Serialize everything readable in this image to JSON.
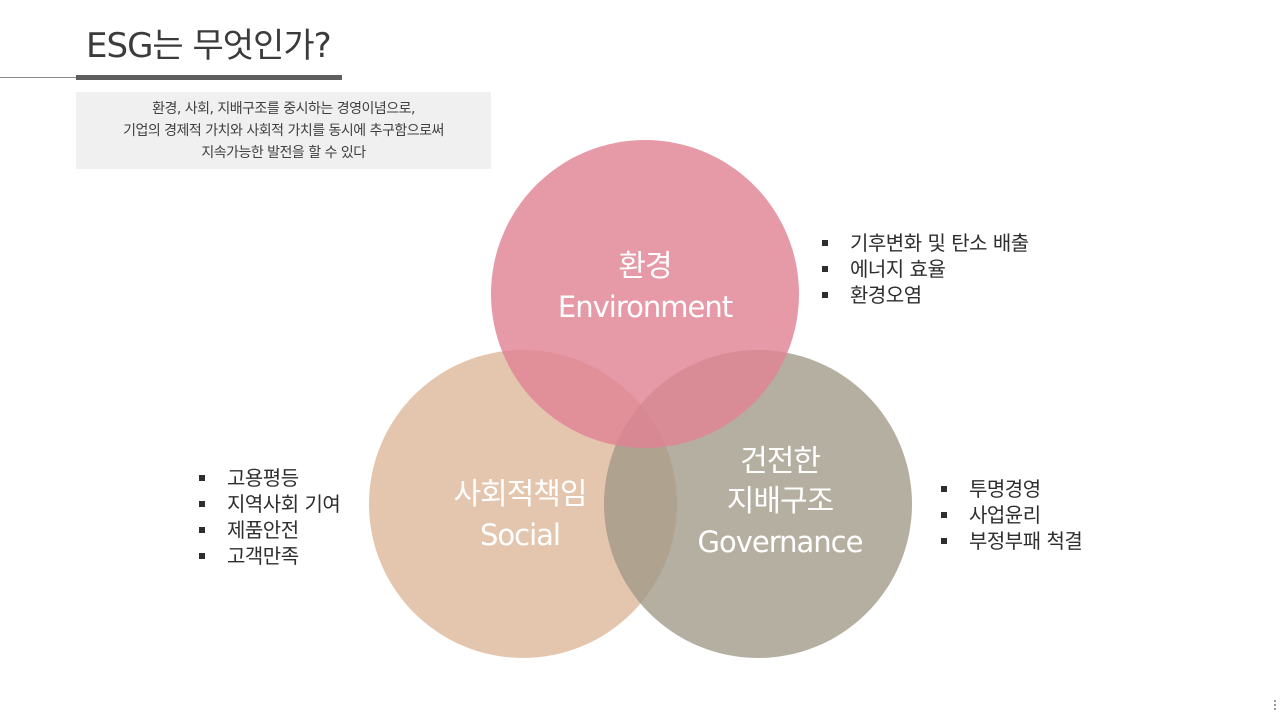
{
  "title": "ESG는 무엇인가?",
  "description": {
    "lines": [
      "환경, 사회, 지배구조를 중시하는 경영이념으로,",
      "기업의 경제적 가치와 사회적 가치를 동시에 추구함으로써",
      "지속가능한 발전을 할 수 있다"
    ]
  },
  "circles": {
    "environment": {
      "ko": "환경",
      "en": "Environment",
      "color": "#E1829A"
    },
    "social": {
      "ko": "사회적책임",
      "en": "Social",
      "color": "#DCB698"
    },
    "governance": {
      "ko_line1": "건전한",
      "ko_line2": "지배구조",
      "en": "Governance",
      "color": "#A09887"
    }
  },
  "bullets": {
    "environment": [
      "기후변화 및 탄소 배출",
      "에너지 효율",
      "환경오염"
    ],
    "social": [
      "고용평등",
      "지역사회 기여",
      "제품안전",
      "고객만족"
    ],
    "governance": [
      "투명경영",
      "사업윤리",
      "부정부패 척결"
    ]
  }
}
